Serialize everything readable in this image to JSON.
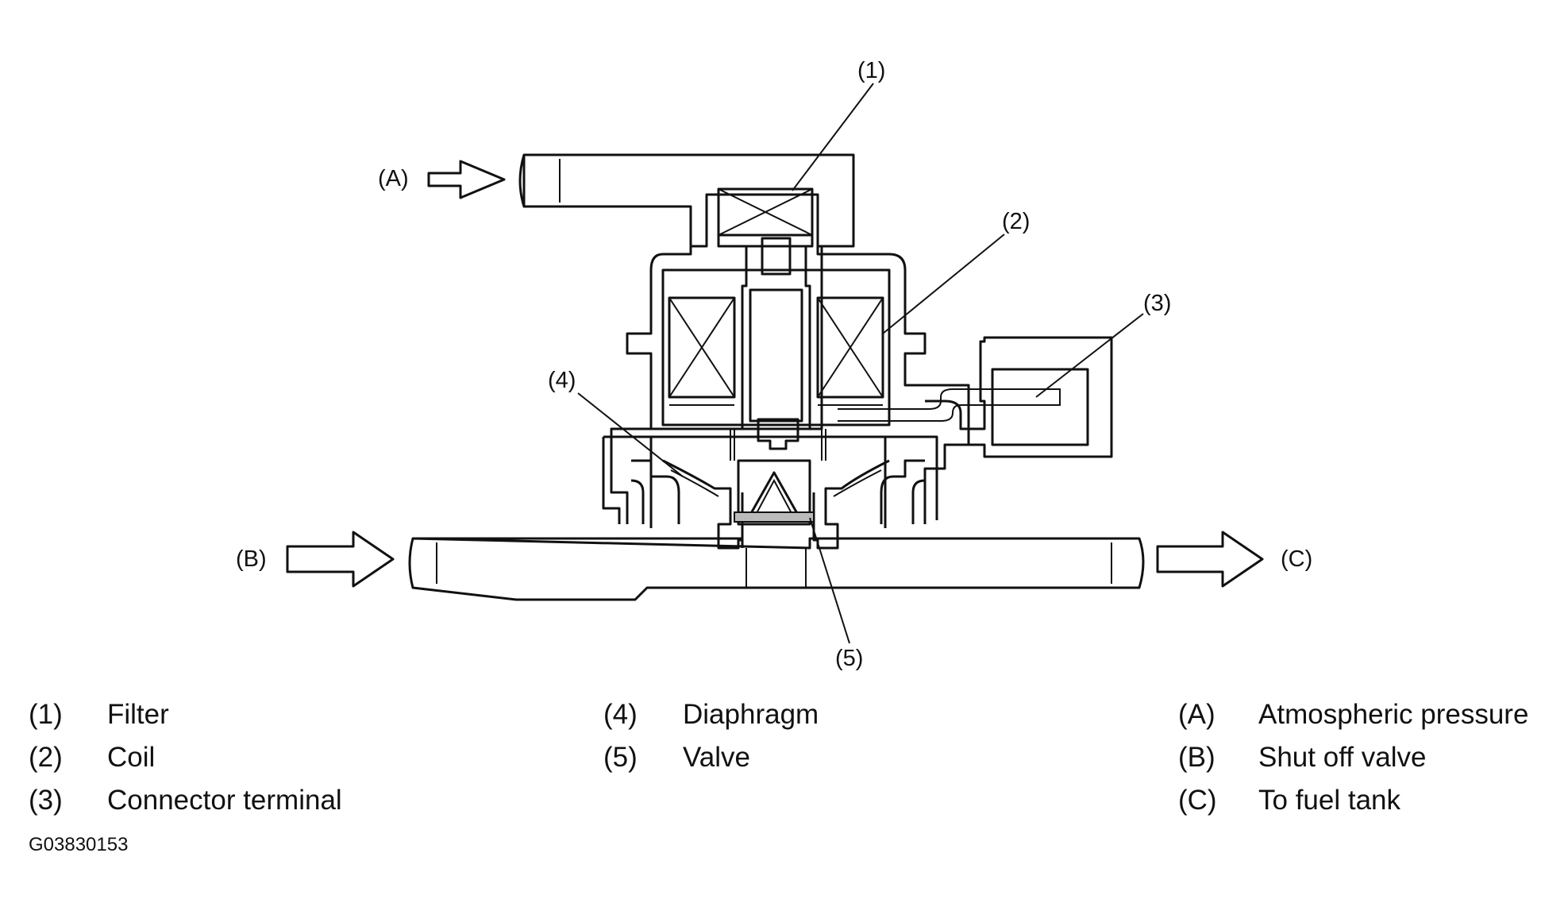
{
  "diagram": {
    "callouts": {
      "c1": "(1)",
      "c2": "(2)",
      "c3": "(3)",
      "c4": "(4)",
      "c5": "(5)",
      "cA": "(A)",
      "cB": "(B)",
      "cC": "(C)"
    }
  },
  "legend": {
    "items": [
      {
        "num": "(1)",
        "text": "Filter"
      },
      {
        "num": "(2)",
        "text": "Coil"
      },
      {
        "num": "(3)",
        "text": "Connector terminal"
      },
      {
        "num": "(4)",
        "text": "Diaphragm"
      },
      {
        "num": "(5)",
        "text": "Valve"
      },
      {
        "num": "(A)",
        "text": "Atmospheric pressure"
      },
      {
        "num": "(B)",
        "text": "Shut off valve"
      },
      {
        "num": "(C)",
        "text": "To fuel tank"
      }
    ]
  },
  "figure_code": "G03830153"
}
